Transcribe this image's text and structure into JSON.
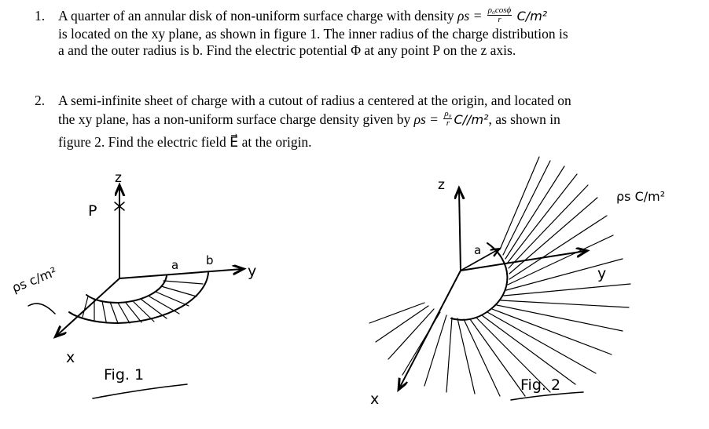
{
  "problem1": {
    "number": "1.",
    "line1_pre": "A quarter of an annular disk of non-uniform surface charge with density ",
    "rho_s": "ρs =",
    "frac_num": "ρ₀cosϕ",
    "frac_den": "r",
    "unit": "C/m²",
    "line2": "is located on the xy plane, as shown in figure 1. The inner radius of the charge distribution is",
    "line3": "a and the outer radius is b. Find the electric potential Φ at any point P on the z axis."
  },
  "problem2": {
    "number": "2.",
    "line1": "A semi-infinite sheet of charge with a cutout of radius a centered at the origin, and located on",
    "line2_pre": "the xy plane, has a non-uniform surface charge density given by ",
    "rho_s": "ρs =",
    "frac_num": "ρ₀",
    "frac_den": "r",
    "unit": "C//m²",
    "line2_post": ", as shown in",
    "line3": "figure 2. Find the electric field E⃗ at the origin."
  },
  "fig1": {
    "z_label": "z",
    "p_label": "P",
    "a_label": "a",
    "b_label": "b",
    "y_label": "y",
    "x_label": "x",
    "rho_label": "ρs c/m²",
    "caption": "Fig. 1"
  },
  "fig2": {
    "z_label": "z",
    "a_label": "a",
    "y_label": "y",
    "x_label": "x",
    "rho_label": "ρs C/m²",
    "caption": "Fig. 2"
  }
}
